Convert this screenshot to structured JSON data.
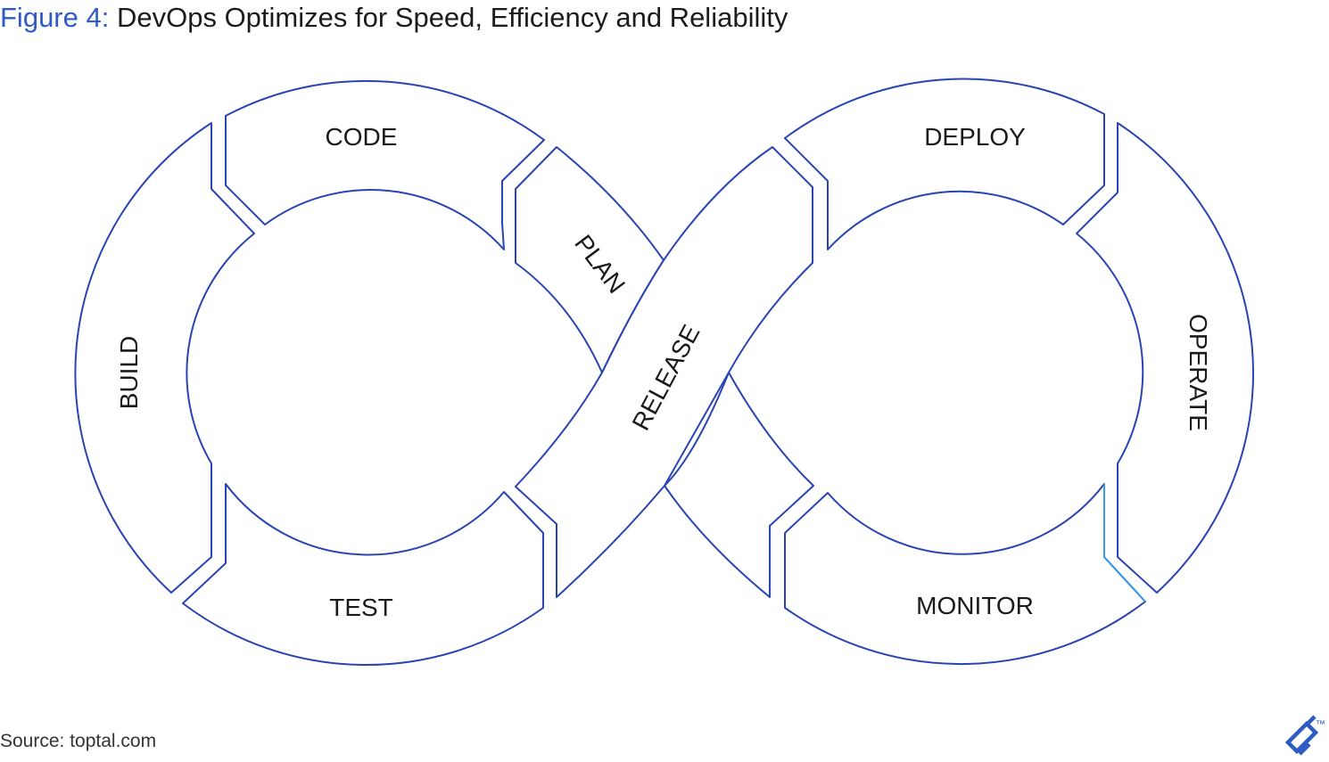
{
  "header": {
    "figure_label": "Figure 4:",
    "title": "DevOps Optimizes for Speed, Efficiency and Reliability"
  },
  "stages": {
    "code": "CODE",
    "plan": "PLAN",
    "build": "BUILD",
    "release": "RELEASE",
    "test": "TEST",
    "deploy": "DEPLOY",
    "operate": "OPERATE",
    "monitor": "MONITOR"
  },
  "footer": {
    "source": "Source: toptal.com",
    "logo_mark": "™"
  },
  "colors": {
    "outline": "#2944b3",
    "accent": "#2f5bc4",
    "highlight": "#3a9ae8"
  }
}
